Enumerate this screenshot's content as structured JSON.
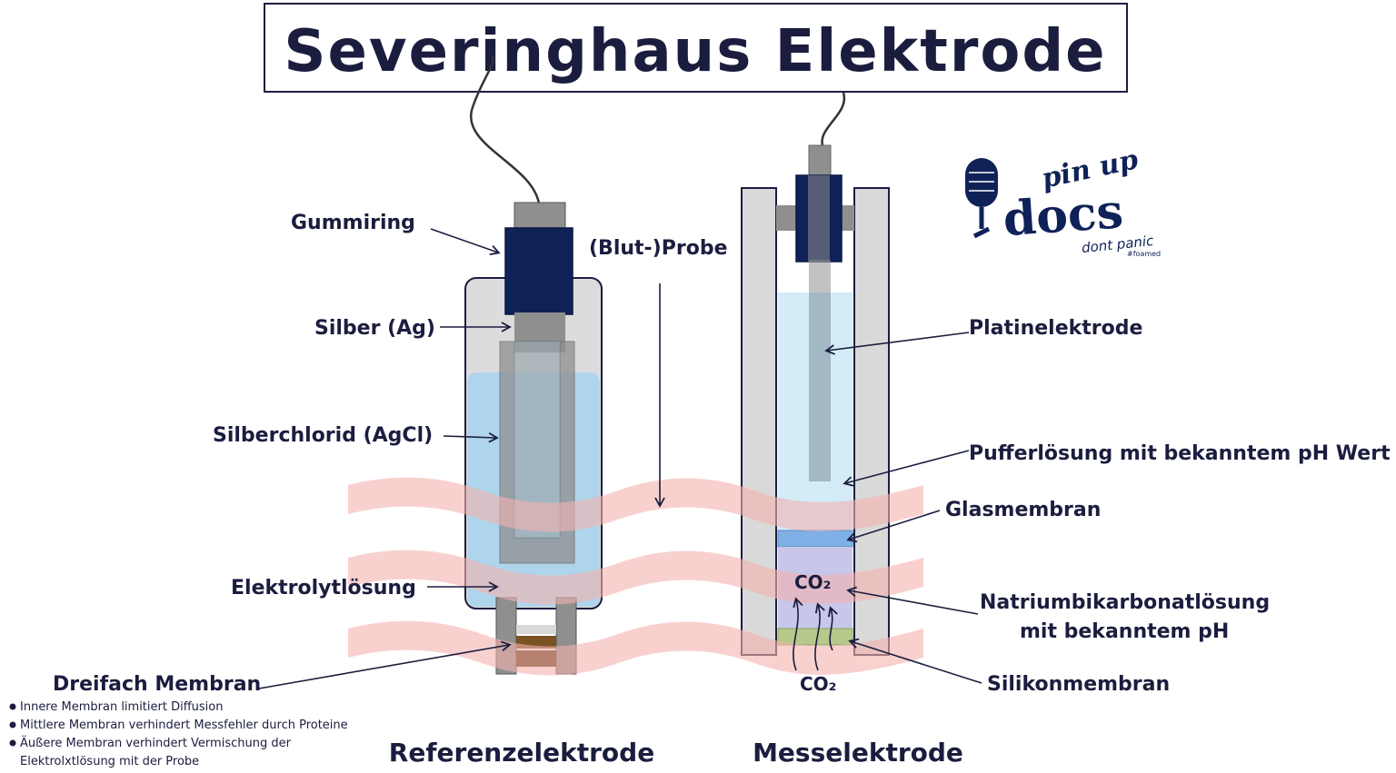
{
  "title": "Severinghaus Elektrode",
  "logo": {
    "line1": "pin up",
    "line2": "docs",
    "line3": "dont panic",
    "line4": "#foamed",
    "icon": "microphone-icon"
  },
  "labels": {
    "gummiring": "Gummiring",
    "silber": "Silber (Ag)",
    "silberchlorid": "Silberchlorid (AgCl)",
    "elektrolyt": "Elektrolytlösung",
    "dreifach": "Dreifach Membran",
    "probe": "(Blut-)Probe",
    "platin": "Platinelektrode",
    "puffer": "Pufferlösung mit bekanntem pH Wert",
    "glas": "Glasmembran",
    "natrium1": "Natriumbikarbonatlösung",
    "natrium2": "mit bekanntem pH",
    "silikon": "Silikonmembran",
    "co2_inner": "CO₂",
    "co2_outer": "CO₂"
  },
  "membrane_notes": [
    "Innere Membran limitiert Diffusion",
    "Mittlere Membran verhindert Messfehler durch Proteine",
    "Äußere Membran verhindert Vermischung der",
    "Elektrolxtlösung mit der Probe"
  ],
  "captions": {
    "reference": "Referenzelektrode",
    "measure": "Messelektrode"
  },
  "colors": {
    "navy": "#0f2258",
    "ink": "#1b1d3f",
    "electrolyte": "#a9d4ec",
    "buffer": "#d3ecf8",
    "sample_wave": "#f4b3b0",
    "housing": "#d9d9d9",
    "rod": "#8f8f8f",
    "glass_membrane": "#7fb0e6",
    "silicone_membrane": "#b6c98a",
    "bicarbonate": "#c8c7ea"
  }
}
